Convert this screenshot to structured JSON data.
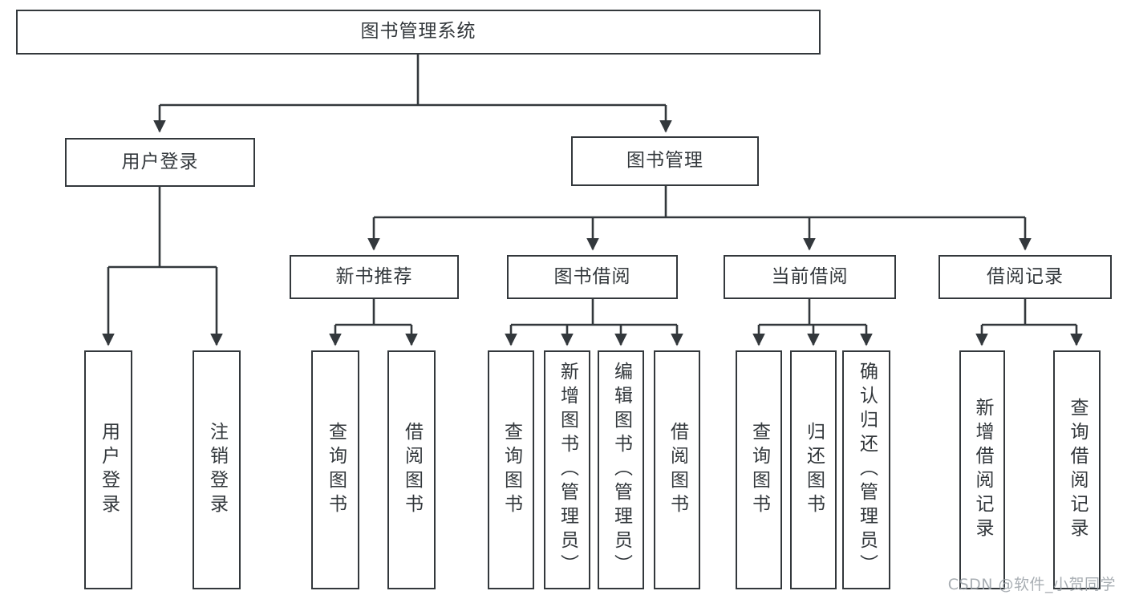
{
  "diagram": {
    "title": "图书管理系统",
    "watermark": "CSDN @软件_小贺同学",
    "stroke_color": "#33383c",
    "background_color": "#ffffff",
    "text_color": "#33383c",
    "root": {
      "label": "图书管理系统"
    },
    "level2": [
      {
        "label": "用户登录"
      },
      {
        "label": "图书管理"
      }
    ],
    "level3": [
      {
        "label": "新书推荐"
      },
      {
        "label": "图书借阅"
      },
      {
        "label": "当前借阅"
      },
      {
        "label": "借阅记录"
      }
    ],
    "leaves": [
      {
        "label": "用户登录",
        "parent": "用户登录"
      },
      {
        "label": "注销登录",
        "parent": "用户登录"
      },
      {
        "label": "查询图书",
        "parent": "新书推荐"
      },
      {
        "label": "借阅图书",
        "parent": "新书推荐"
      },
      {
        "label": "查询图书",
        "parent": "图书借阅"
      },
      {
        "label": "新增图书（管理员）",
        "parent": "图书借阅"
      },
      {
        "label": "编辑图书（管理员）",
        "parent": "图书借阅"
      },
      {
        "label": "借阅图书",
        "parent": "图书借阅"
      },
      {
        "label": "查询图书",
        "parent": "当前借阅"
      },
      {
        "label": "归还图书",
        "parent": "当前借阅"
      },
      {
        "label": "确认归还（管理员）",
        "parent": "当前借阅"
      },
      {
        "label": "新增借阅记录",
        "parent": "借阅记录"
      },
      {
        "label": "查询借阅记录",
        "parent": "借阅记录"
      }
    ]
  }
}
